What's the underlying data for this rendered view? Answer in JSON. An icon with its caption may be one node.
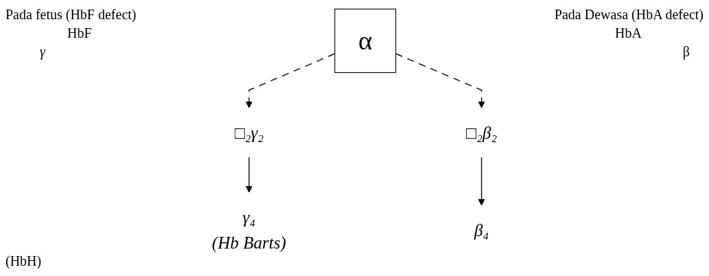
{
  "diagram": {
    "nodes": [
      {
        "text": [
          "α"
        ]
      },
      {
        "text": [
          "□₂γ₂"
        ]
      },
      {
        "text": [
          "□₂β₂"
        ]
      },
      {
        "text": [
          "γ₄"
        ],
        "beside": [
          "(Hb Barts)"
        ]
      },
      {
        "text": [
          "β₄"
        ]
      }
    ],
    "edges": [
      {
        "from": 0,
        "to": 1,
        "arrow": "to",
        "style": "dashed"
      },
      {
        "from": 0,
        "to": 2,
        "arrow": "to",
        "style": "dashed"
      },
      {
        "from": 1,
        "to": 3,
        "arrow": "to"
      },
      {
        "from": 2,
        "to": 4,
        "arrow": "to"
      }
    ],
    "labels": [
      "Pada fetus (HbF defect)",
      "HbF",
      "γ",
      "Pada Dewasa (HbA defect)",
      "HbA",
      "β",
      "(HbH)"
    ]
  }
}
